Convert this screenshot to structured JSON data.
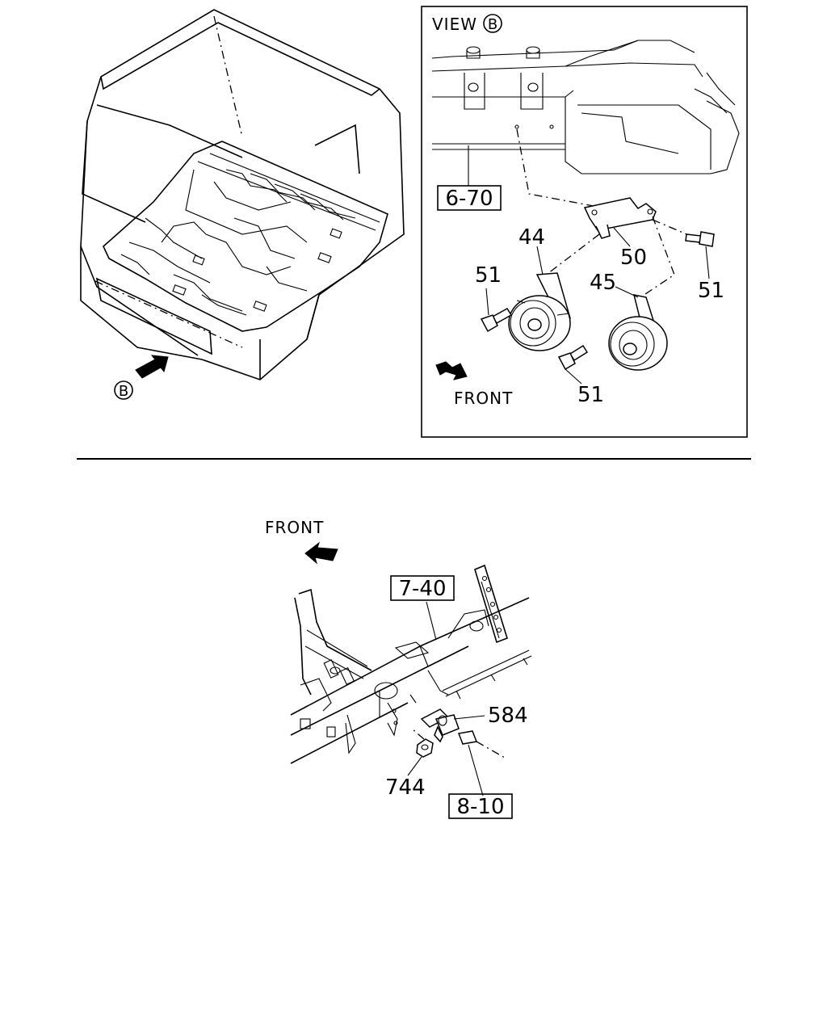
{
  "view_label": "VIEW",
  "view_letter": "B",
  "top_ref_letter": "B",
  "front_label_top": "FRONT",
  "front_label_bottom": "FRONT",
  "ref_boxes": {
    "top": "6-70",
    "bottom_frame": "7-40",
    "bottom_harness": "8-10"
  },
  "callouts": {
    "horn_low": "44",
    "horn_high": "45",
    "bracket": "50",
    "bolt_left": "51",
    "bolt_right": "51",
    "bolt_bottom": "51",
    "sensor": "584",
    "nut": "744"
  }
}
